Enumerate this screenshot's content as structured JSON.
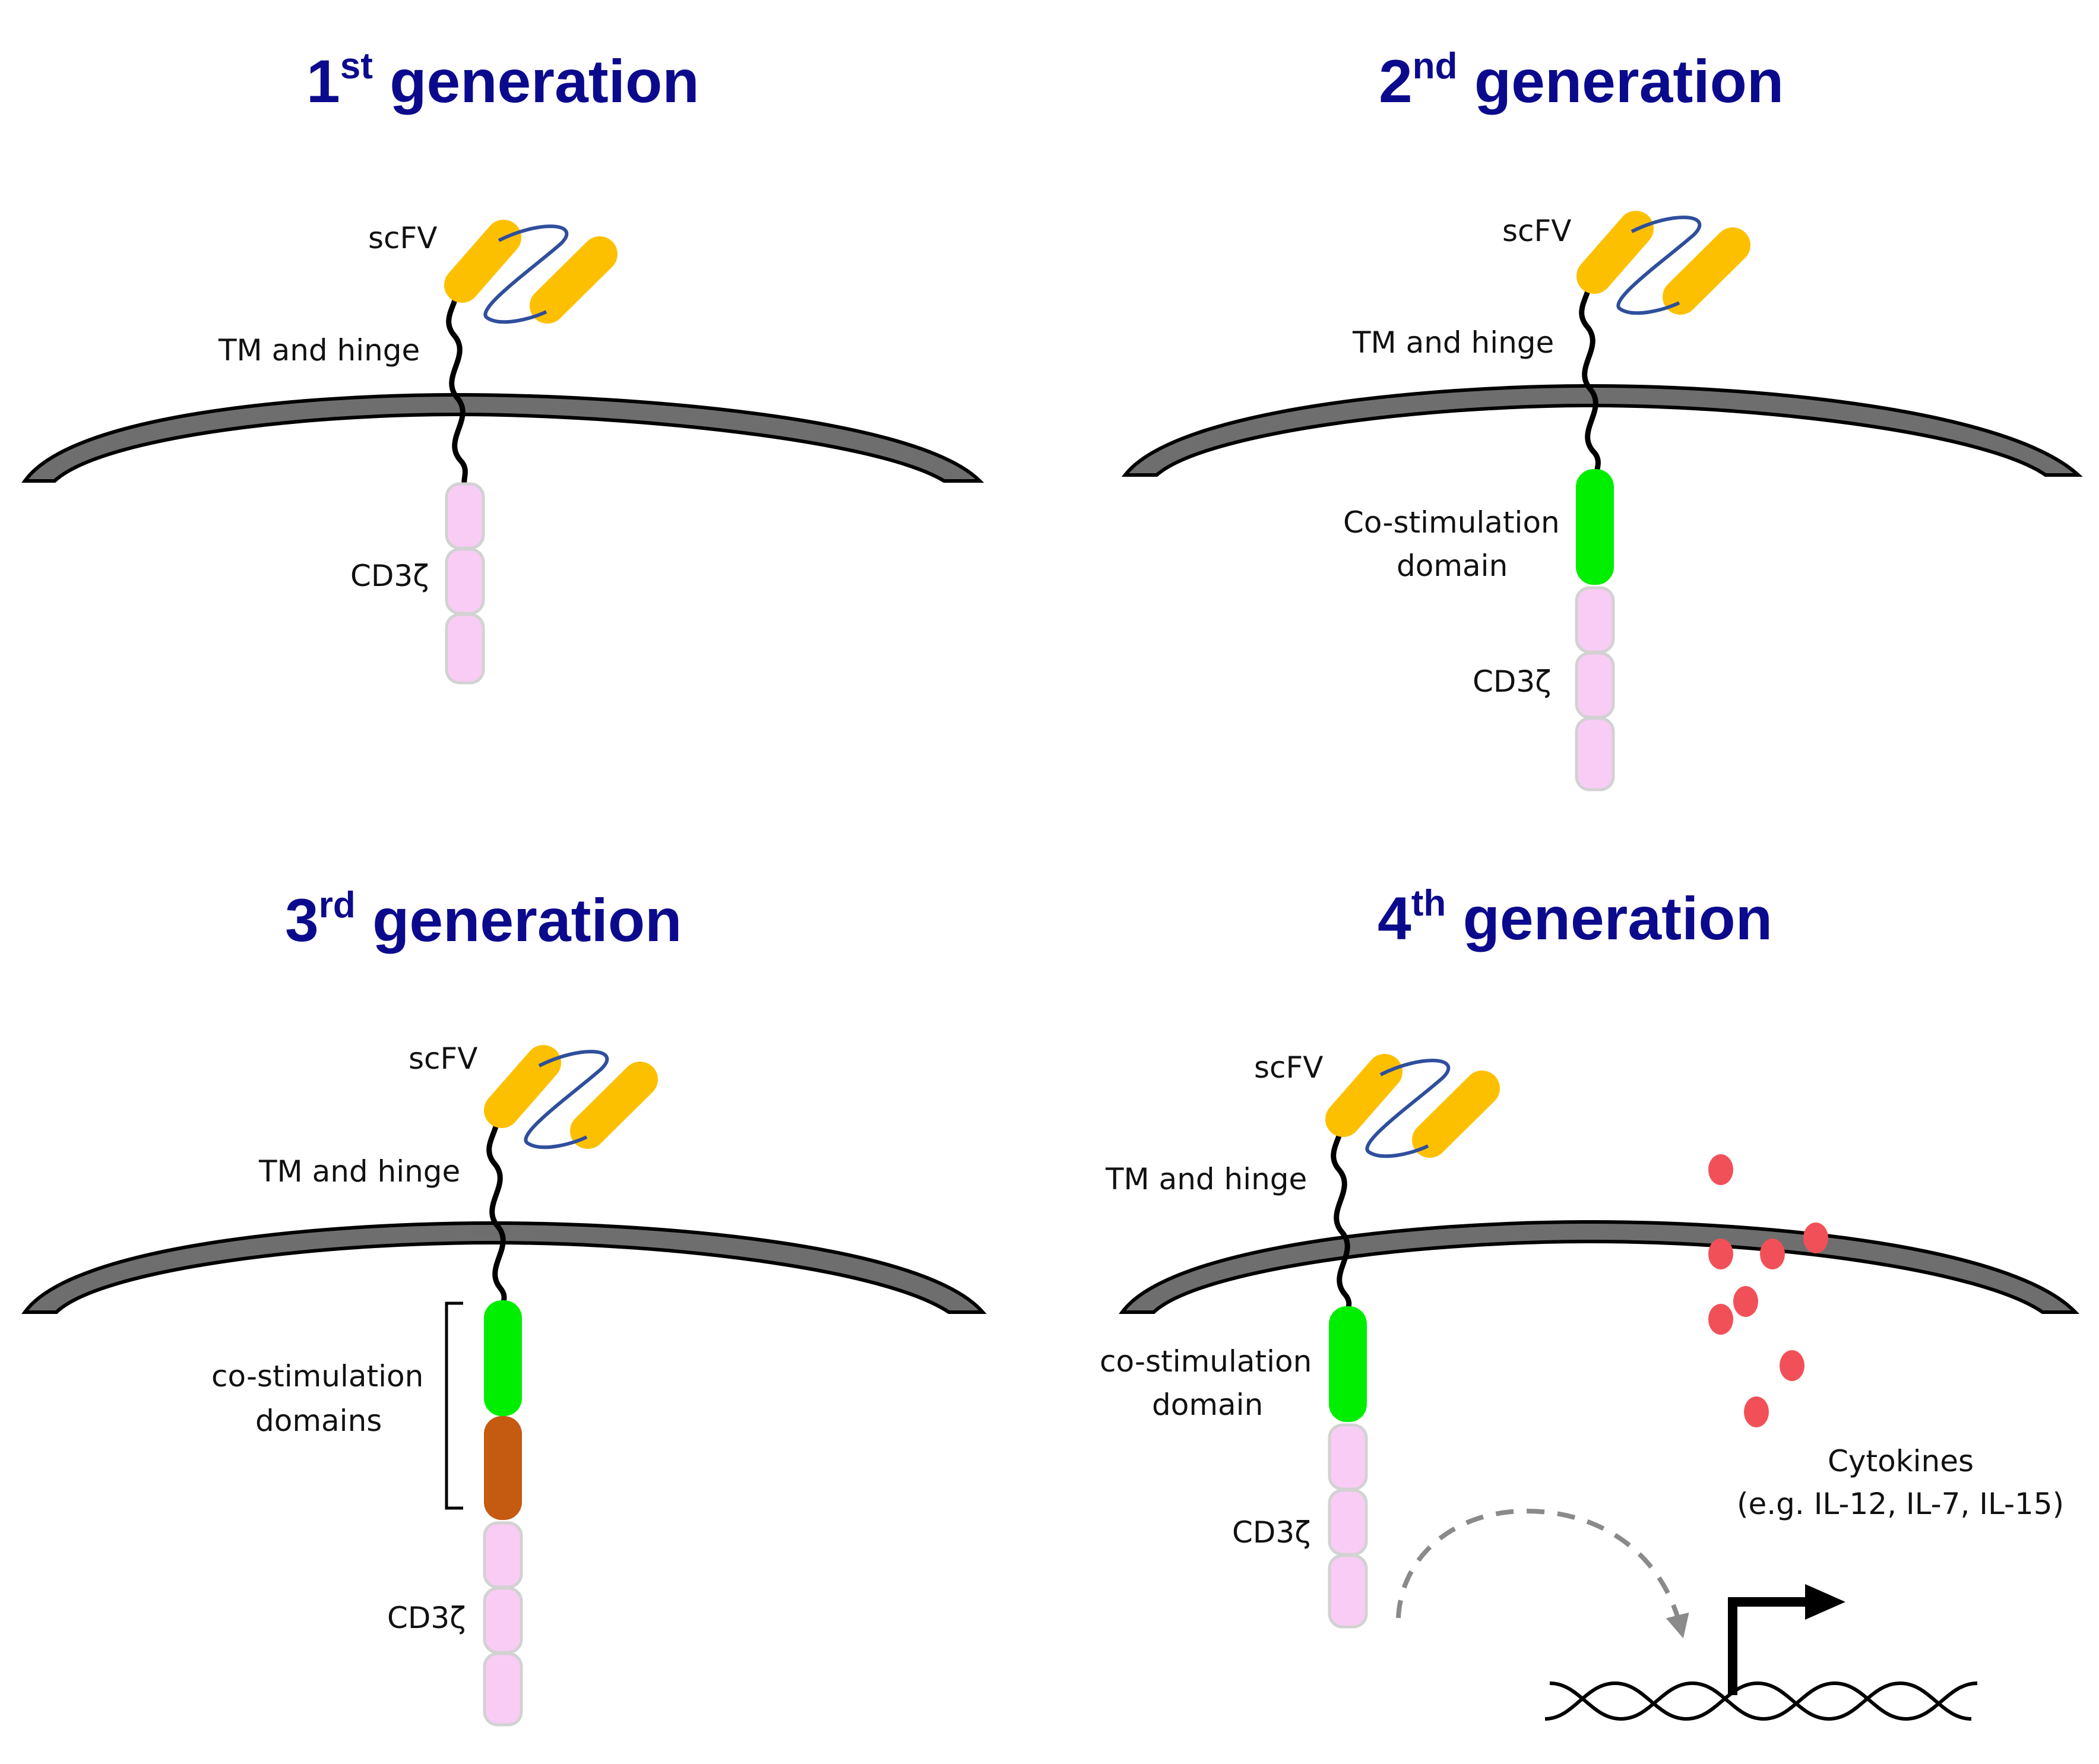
{
  "colors": {
    "title": "#0c0a8c",
    "scfv": "#fdc000",
    "linker": "#2f4f9c",
    "membrane_fill": "#6e6e6e",
    "cd3z": "#f9ccf5",
    "costim_green": "#00ee00",
    "costim_brown": "#c55a11",
    "cytokine": "#f25059",
    "arrow": "#8a8a8a"
  },
  "panels": [
    {
      "id": "gen1",
      "title_number": "1",
      "title_suffix": "st",
      "title_word": "generation",
      "labels": {
        "scfv": "scFV",
        "tm": "TM and hinge",
        "cd3z": "CD3ζ"
      }
    },
    {
      "id": "gen2",
      "title_number": "2",
      "title_suffix": "nd",
      "title_word": "generation",
      "labels": {
        "scfv": "scFV",
        "tm": "TM and hinge",
        "costim_line1": "Co-stimulation",
        "costim_line2": "domain",
        "cd3z": "CD3ζ"
      }
    },
    {
      "id": "gen3",
      "title_number": "3",
      "title_suffix": "rd",
      "title_word": "generation",
      "labels": {
        "scfv": "scFV",
        "tm": "TM and hinge",
        "costim_line1": "co-stimulation",
        "costim_line2": "domains",
        "cd3z": "CD3ζ"
      }
    },
    {
      "id": "gen4",
      "title_number": "4",
      "title_suffix": "th",
      "title_word": "generation",
      "labels": {
        "scfv": "scFV",
        "tm": "TM and hinge",
        "costim_line1": "co-stimulation",
        "costim_line2": "domain",
        "cd3z": "CD3ζ",
        "cytokines_line1": "Cytokines",
        "cytokines_line2": "(e.g. IL-12, IL-7, IL-15)"
      }
    }
  ],
  "icons": [
    "membrane-arc",
    "scfv-antibody-icon",
    "cytokine-dot",
    "dna-helix-icon",
    "promoter-arrow-icon",
    "dashed-curved-arrow"
  ]
}
